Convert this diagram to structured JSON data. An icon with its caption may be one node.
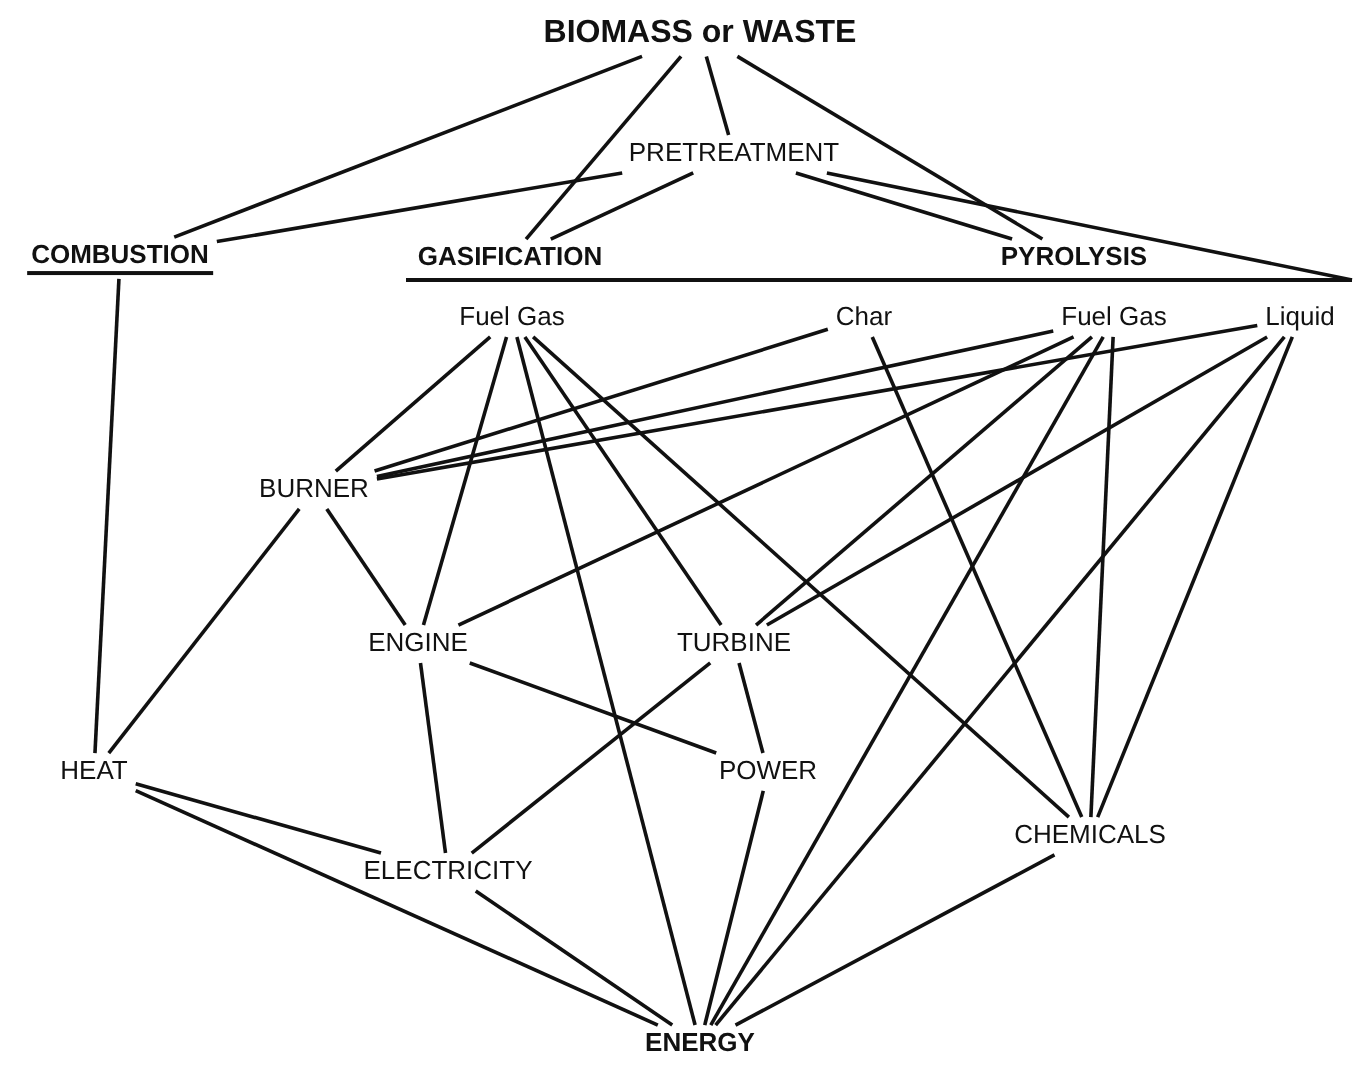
{
  "diagram": {
    "nodes": [
      {
        "text": [
          "BIOMASS or WASTE"
        ]
      },
      {
        "text": [
          "PRETREATMENT"
        ]
      },
      {
        "text": [
          "COMBUSTION"
        ]
      },
      {
        "text": [
          "GASIFICATION"
        ]
      },
      {
        "text": [
          "PYROLYSIS"
        ]
      },
      {
        "text": [],
        "shape": "bar"
      },
      {
        "text": [
          "Fuel Gas"
        ]
      },
      {
        "text": [
          "Char"
        ]
      },
      {
        "text": [
          "Fuel Gas"
        ]
      },
      {
        "text": [
          "Liquid"
        ]
      },
      {
        "text": [
          "BURNER"
        ]
      },
      {
        "text": [
          "ENGINE"
        ]
      },
      {
        "text": [
          "TURBINE"
        ]
      },
      {
        "text": [
          "HEAT"
        ]
      },
      {
        "text": [
          "POWER"
        ]
      },
      {
        "text": [
          "CHEMICALS"
        ]
      },
      {
        "text": [
          "ELECTRICITY"
        ]
      },
      {
        "text": [
          "ENERGY"
        ]
      }
    ],
    "edges": [
      {
        "from": 0,
        "to": 2,
        "arrow": "none"
      },
      {
        "from": 0,
        "to": 3,
        "arrow": "none"
      },
      {
        "from": 0,
        "to": 1,
        "arrow": "none"
      },
      {
        "from": 0,
        "to": 4,
        "arrow": "none"
      },
      {
        "from": 1,
        "to": 2,
        "arrow": "none"
      },
      {
        "from": 1,
        "to": 3,
        "arrow": "none"
      },
      {
        "from": 1,
        "to": 4,
        "arrow": "none"
      },
      {
        "from": 1,
        "to": 5,
        "arrow": "none"
      },
      {
        "from": 2,
        "to": 13,
        "arrow": "none"
      },
      {
        "from": 6,
        "to": 10,
        "arrow": "none"
      },
      {
        "from": 6,
        "to": 11,
        "arrow": "none"
      },
      {
        "from": 6,
        "to": 17,
        "arrow": "none"
      },
      {
        "from": 6,
        "to": 12,
        "arrow": "none"
      },
      {
        "from": 6,
        "to": 15,
        "arrow": "none"
      },
      {
        "from": 7,
        "to": 10,
        "arrow": "none"
      },
      {
        "from": 7,
        "to": 15,
        "arrow": "none"
      },
      {
        "from": 8,
        "to": 10,
        "arrow": "none"
      },
      {
        "from": 8,
        "to": 11,
        "arrow": "none"
      },
      {
        "from": 8,
        "to": 12,
        "arrow": "none"
      },
      {
        "from": 8,
        "to": 17,
        "arrow": "none"
      },
      {
        "from": 8,
        "to": 15,
        "arrow": "none"
      },
      {
        "from": 9,
        "to": 10,
        "arrow": "none"
      },
      {
        "from": 9,
        "to": 12,
        "arrow": "none"
      },
      {
        "from": 9,
        "to": 17,
        "arrow": "none"
      },
      {
        "from": 9,
        "to": 15,
        "arrow": "none"
      },
      {
        "from": 10,
        "to": 11,
        "arrow": "none"
      },
      {
        "from": 10,
        "to": 13,
        "arrow": "none"
      },
      {
        "from": 11,
        "to": 16,
        "arrow": "none"
      },
      {
        "from": 11,
        "to": 14,
        "arrow": "none"
      },
      {
        "from": 12,
        "to": 14,
        "arrow": "none"
      },
      {
        "from": 12,
        "to": 16,
        "arrow": "none"
      },
      {
        "from": 13,
        "to": 16,
        "arrow": "none"
      },
      {
        "from": 13,
        "to": 17,
        "arrow": "none"
      },
      {
        "from": 16,
        "to": 17,
        "arrow": "none"
      },
      {
        "from": 14,
        "to": 17,
        "arrow": "none"
      },
      {
        "from": 15,
        "to": 17,
        "arrow": "none"
      }
    ]
  }
}
